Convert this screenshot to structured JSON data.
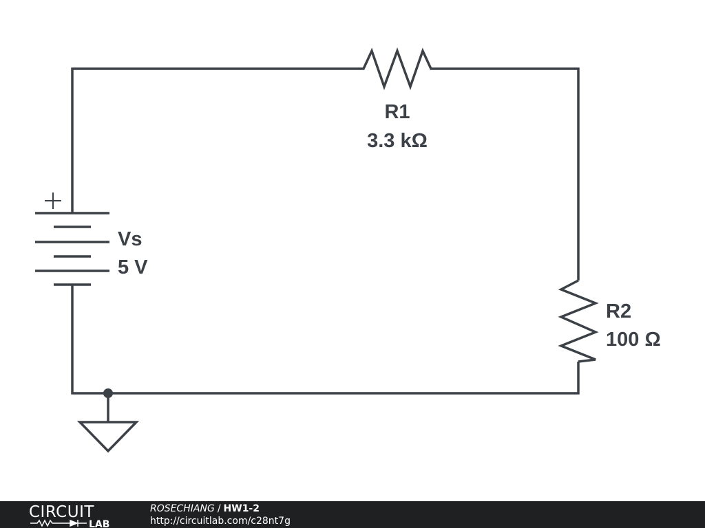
{
  "colors": {
    "wire": "#3c4147",
    "label": "#3c4147",
    "footer_bg": "#1e2022",
    "footer_text": "#ffffff"
  },
  "components": {
    "source": {
      "name": "Vs",
      "value": "5 V",
      "polarity": "+"
    },
    "r1": {
      "name": "R1",
      "value": "3.3 kΩ"
    },
    "r2": {
      "name": "R2",
      "value": "100 Ω"
    }
  },
  "footer": {
    "logo_top": "CIRCUIT",
    "logo_bottom": "LAB",
    "author": "ROSECHIANG",
    "separator": "/",
    "title": "HW1-2",
    "url": "http://circuitlab.com/c28nt7g"
  }
}
